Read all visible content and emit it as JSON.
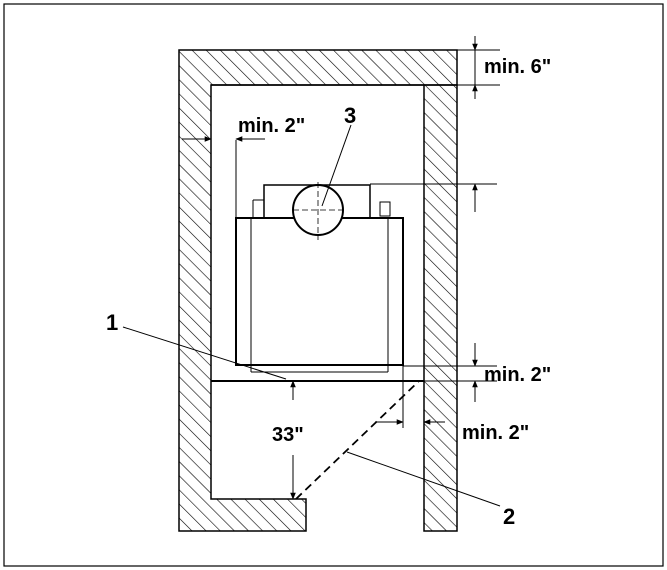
{
  "diagram": {
    "callouts": {
      "c1": "1",
      "c2": "2",
      "c3": "3"
    },
    "dimensions": {
      "top_clearance": "min. 6\"",
      "side_clearance_left": "min. 2\"",
      "front_clearance": "min. 2\"",
      "side_clearance_right": "min. 2\"",
      "height": "33\""
    }
  }
}
